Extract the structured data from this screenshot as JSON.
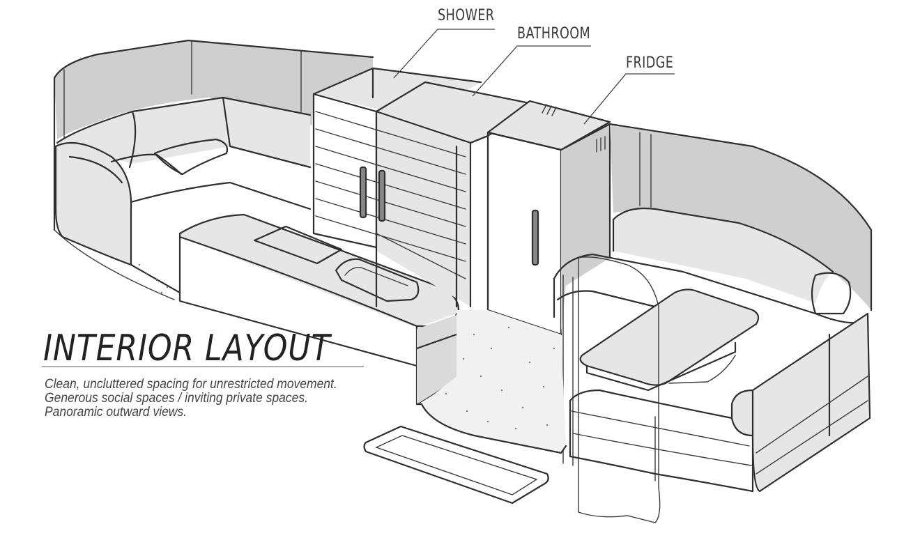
{
  "callouts": {
    "shower": "SHOWER",
    "bathroom": "BATHROOM",
    "fridge": "FRIDGE"
  },
  "title": "INTERIOR LAYOUT",
  "description": [
    "Clean, uncluttered spacing for unrestricted movement.",
    "Generous social spaces / inviting private spaces.",
    "Panoramic outward views."
  ],
  "colors": {
    "ink": "#2e2e2e",
    "panel": "#cfcfcf",
    "background": "#ffffff"
  }
}
